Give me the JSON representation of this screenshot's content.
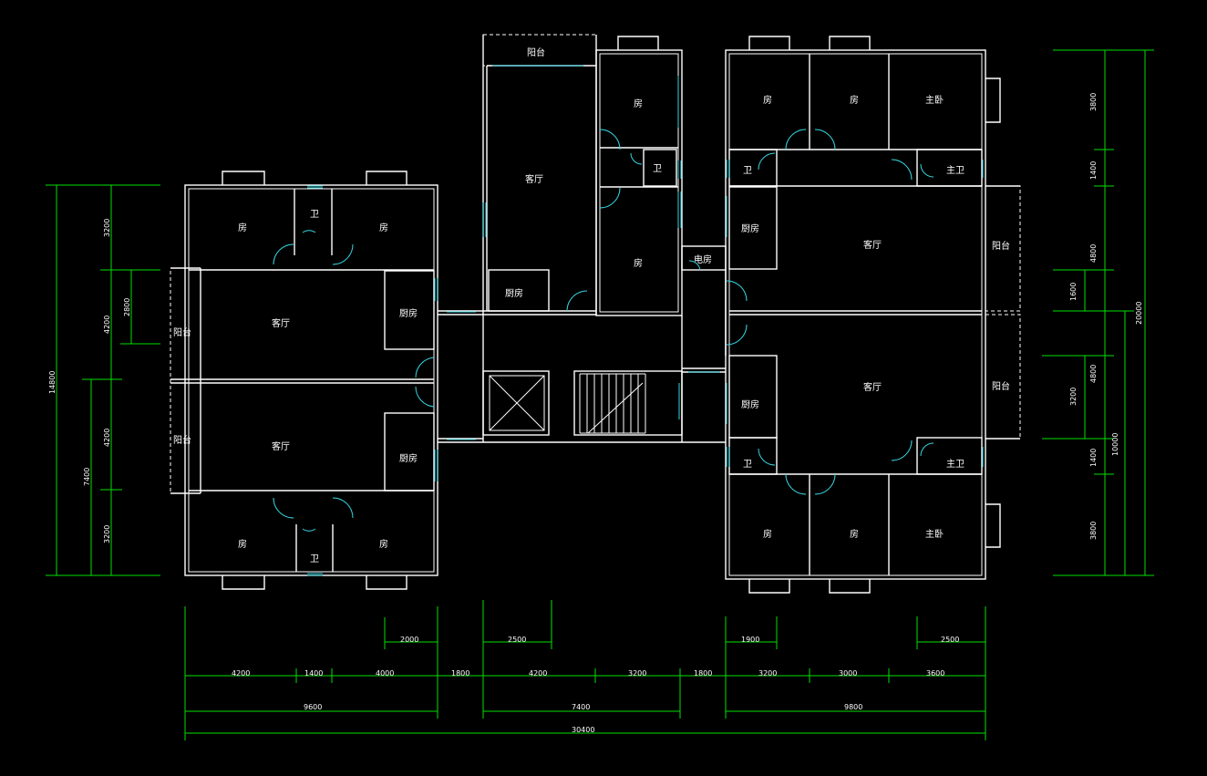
{
  "plan": {
    "rooms": {
      "r_room": "房",
      "r_bath": "卫",
      "r_master_bath": "主卫",
      "r_master": "主卧",
      "r_living": "客厅",
      "r_kitchen": "厨房",
      "r_balcony": "阳台",
      "r_elec": "电房"
    },
    "dims_bottom": {
      "d1": "4200",
      "d2": "1400",
      "d3": "4000",
      "d4": "1800",
      "d5": "4200",
      "d6": "3200",
      "d7": "1800",
      "d8": "3200",
      "d9": "3000",
      "d10": "3600",
      "t1": "9600",
      "t2": "7400",
      "t3": "9800",
      "total": "30400",
      "s1": "2000",
      "s2": "2500",
      "s3": "1900",
      "s4": "2500"
    },
    "dims_left": {
      "a1": "3200",
      "a2": "4200",
      "a3": "4200",
      "a4": "3200",
      "b1": "2800",
      "b2": "7400",
      "overall": "14800"
    },
    "dims_right": {
      "r1": "3800",
      "r2": "1400",
      "r3": "4800",
      "r4": "1600",
      "r5": "4800",
      "r6": "3200",
      "r7": "1400",
      "r8": "3800",
      "r9": "10000",
      "overall": "20000"
    }
  }
}
